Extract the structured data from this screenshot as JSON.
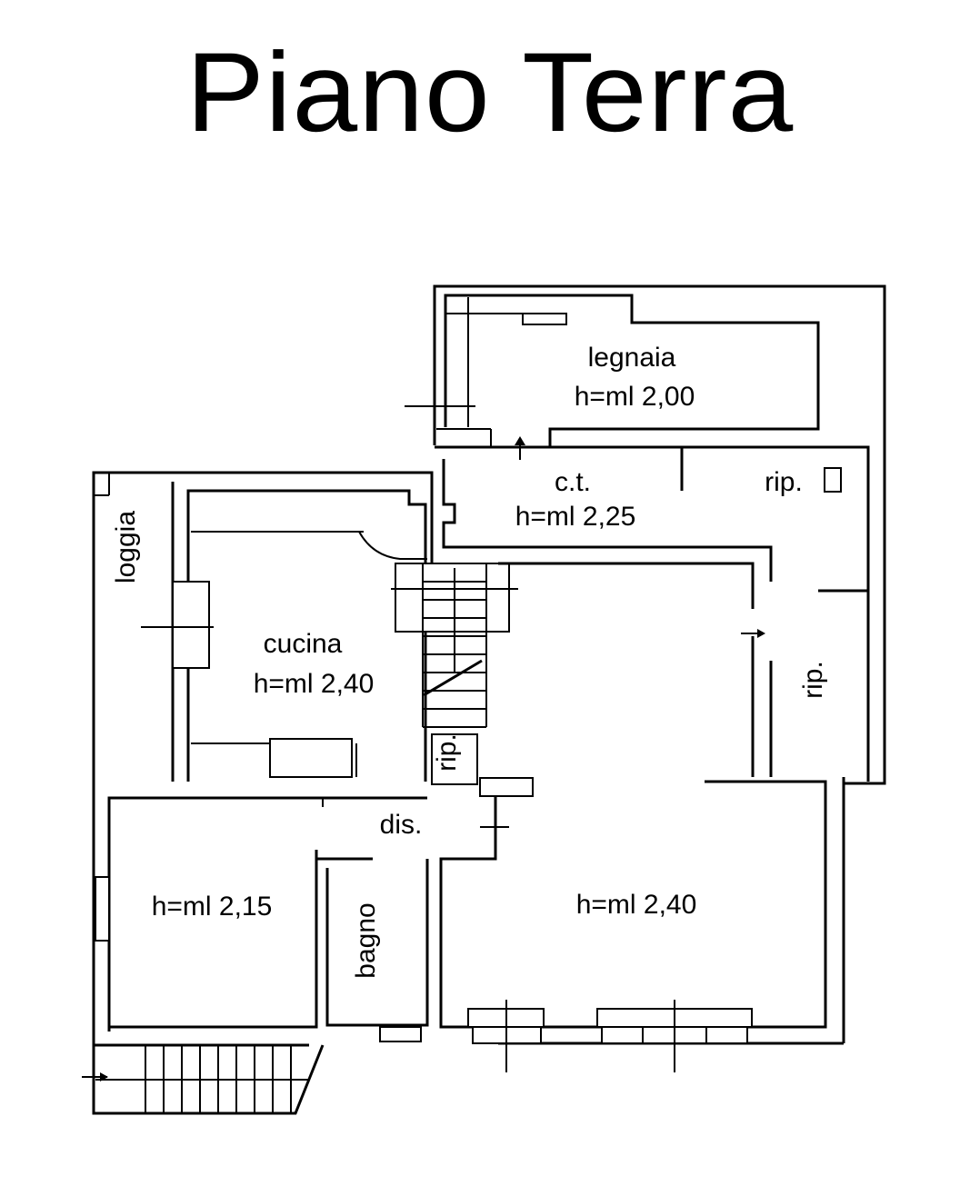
{
  "title": "Piano Terra",
  "rooms": {
    "legnaia": {
      "name": "legnaia",
      "height": "h=ml 2,00"
    },
    "ct": {
      "name": "c.t.",
      "height": "h=ml 2,25"
    },
    "rip_top": {
      "name": "rip."
    },
    "rip_side": {
      "name": "rip."
    },
    "rip_small": {
      "name": "rip."
    },
    "loggia": {
      "name": "loggia"
    },
    "cucina": {
      "name": "cucina",
      "height": "h=ml 2,40"
    },
    "dis": {
      "name": "dis."
    },
    "room_left": {
      "height": "h=ml 2,15"
    },
    "bagno": {
      "name": "bagno"
    },
    "room_right": {
      "height": "h=ml 2,40"
    }
  }
}
